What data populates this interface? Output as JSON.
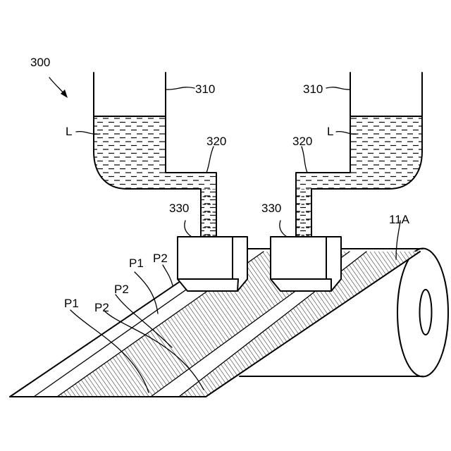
{
  "labels": {
    "device": "300",
    "container_left": "310",
    "container_right": "310",
    "liquid_left": "L",
    "liquid_right": "L",
    "pipe_left": "320",
    "pipe_right": "320",
    "nozzle_left": "330",
    "nozzle_right": "330",
    "roll": "11A",
    "p1_upper": "P1",
    "p2_upper": "P2",
    "p1_lower": "P1",
    "p2_lower": "P2"
  }
}
